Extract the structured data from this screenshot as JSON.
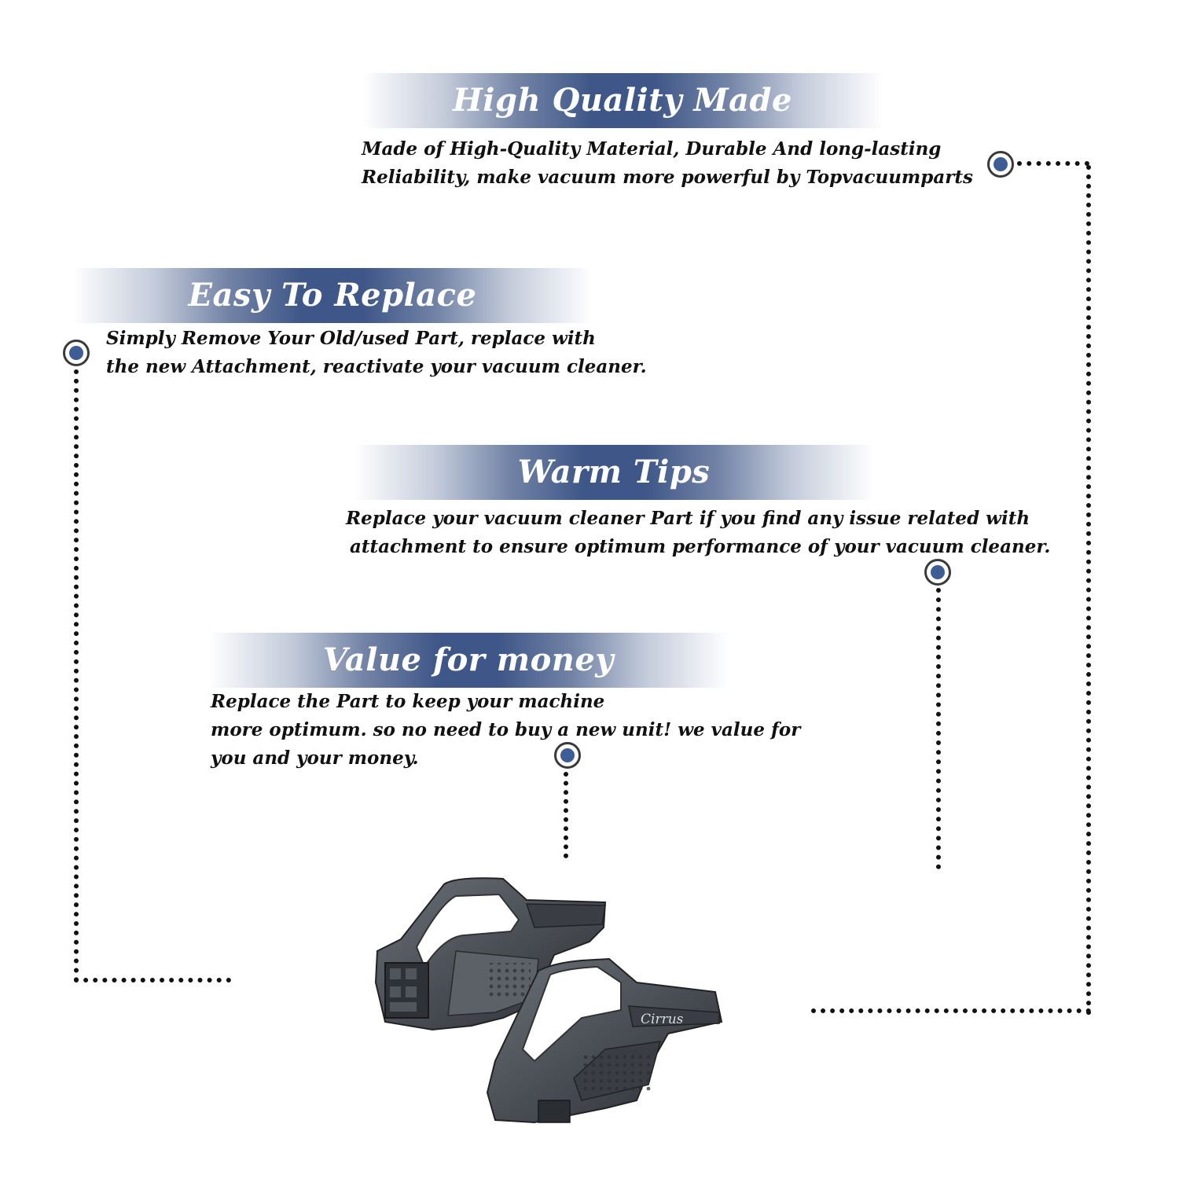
{
  "sections": {
    "quality": {
      "title": "High Quality Made",
      "lines": [
        "Made of  High-Quality Material, Durable And long-lasting",
        "Reliability, make vacuum more powerful by Topvacuumparts"
      ]
    },
    "replace": {
      "title": "Easy To Replace",
      "lines": [
        "Simply Remove Your Old/used Part, replace with",
        "the new Attachment, reactivate your vacuum cleaner."
      ]
    },
    "tips": {
      "title": "Warm Tips",
      "lines": [
        "Replace your vacuum cleaner Part if you find any issue related with",
        "attachment to ensure optimum performance of your vacuum cleaner."
      ]
    },
    "value": {
      "title": "Value for money",
      "lines": [
        "Replace the Part to keep your machine",
        "more optimum. so no need to buy a new unit! we value for",
        "you and your money."
      ]
    }
  },
  "product": {
    "brand": "Cirrus"
  },
  "colors": {
    "accent": "#3e5d95",
    "banner": "#3f5788",
    "text": "#111111",
    "part": "#4a4e55"
  }
}
